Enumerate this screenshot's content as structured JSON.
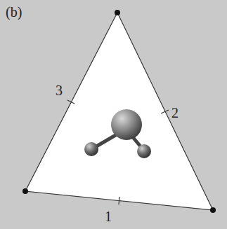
{
  "diagram": {
    "labels": [
      "(b)",
      "3",
      "2",
      "1"
    ]
  }
}
